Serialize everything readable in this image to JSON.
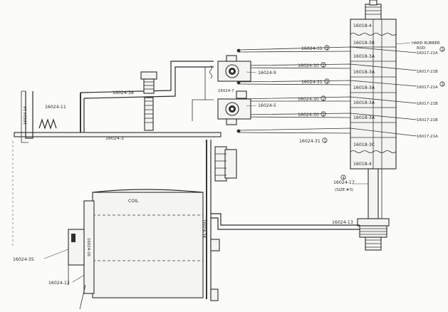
{
  "labels": {
    "top_stack": "16018-4",
    "stack_38": "16018-38",
    "hard_rubber_rod_line1": "HARD RUBBER",
    "hard_rubber_rod_line2": "ROD",
    "stack_3a_1": "16018-3A",
    "stack_3a_2": "16018-3A",
    "stack_3a_3": "16018-3A",
    "stack_3a_4": "16018-3A",
    "stack_3a_5": "16018-3A",
    "stack_3c": "16018-3C",
    "bottom_stack": "16018-4",
    "spring_21a_1": "16017-21A",
    "spring_21b_1": "16017-21B",
    "spring_21a_2": "16017-21A",
    "spring_21b_2": "16017-21B",
    "spring_21b_3": "16017-21B",
    "spring_21a_3": "16017-21A",
    "contact_31_top": "16024-31",
    "contact_30_1": "16024-30",
    "contact_31_mid": "16024-31",
    "contact_30_2": "16024-30",
    "contact_30_3": "16024-30",
    "contact_31_bot": "16024-31",
    "circ_1": "1",
    "circ_2": "2",
    "circ_3": "3",
    "block_9": "16024-9",
    "block_5": "16024-5",
    "part_7": "16024-7",
    "part_38": "16024-38",
    "part_3": "16024-3",
    "part_11": "16024-11",
    "part_14": "16024-14",
    "part_17_line1": "16024-17",
    "part_17_line2": "(SIZE #3)",
    "part_13": "16024-13",
    "coil": "COIL",
    "part_35": "16024-35",
    "part_12": "16024-12",
    "part_16": "16024-16",
    "part_34": "16024-34",
    "circ_4": "4"
  }
}
